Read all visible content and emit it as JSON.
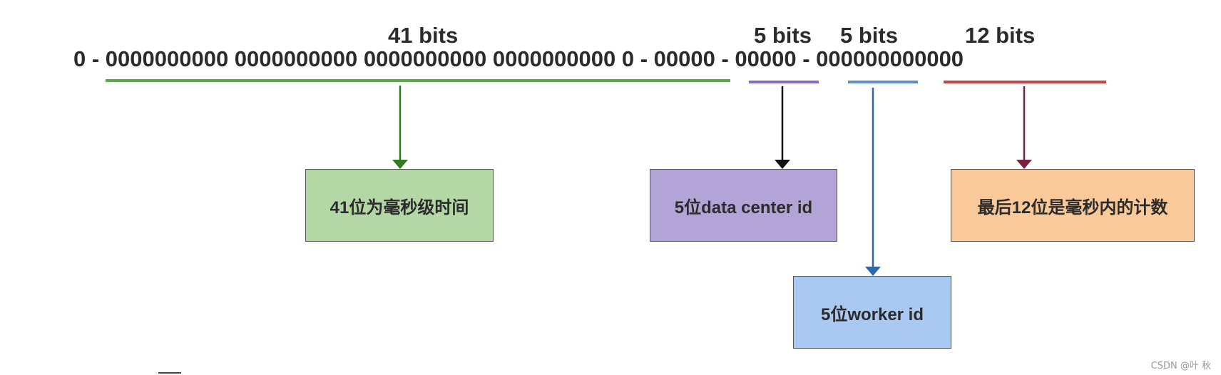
{
  "bit_labels": {
    "timestamp": "41 bits",
    "datacenter": "5 bits",
    "worker": "5 bits",
    "sequence": "12 bits"
  },
  "bit_string": "0 - 0000000000 0000000000 0000000000 0000000000 0 - 00000 - 00000 - 000000000000",
  "boxes": {
    "timestamp": "41位为毫秒级时间",
    "datacenter": "5位data center id",
    "worker": "5位worker id",
    "sequence": "最后12位是毫秒内的计数"
  },
  "colors": {
    "timestamp_line": "#5ba84a",
    "timestamp_arrow": "#2f7d1f",
    "timestamp_box": "#b4d8a5",
    "datacenter_line": "#8b6bbf",
    "datacenter_arrow": "#111111",
    "datacenter_box": "#b3a4d8",
    "worker_line": "#5d8fc9",
    "worker_arrow": "#2f67a8",
    "worker_box": "#a9c8f2",
    "sequence_line": "#c94545",
    "sequence_arrow": "#7a1f45",
    "sequence_box": "#f9c99a"
  },
  "watermark": "CSDN @叶  秋"
}
